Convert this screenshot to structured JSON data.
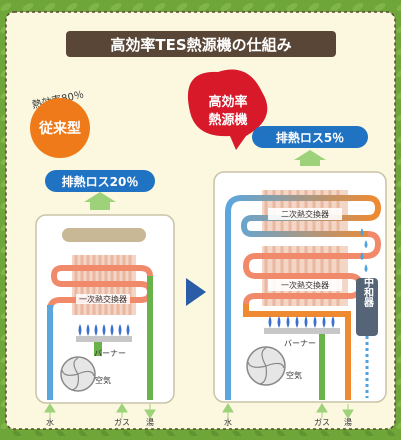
{
  "title": "高効率TES熱源機の仕組み",
  "conventional": {
    "efficiency_label": "熱効率80％",
    "badge_label": "従来型",
    "loss_label": "排熱ロス20％",
    "primary_exchanger": "一次熱交換器",
    "burner": "バーナー",
    "air": "空気",
    "water": "水",
    "gas": "ガス",
    "hot_water": "湯"
  },
  "high_efficiency": {
    "badge_label": "高効率熱源機",
    "badge_line1": "高効率",
    "badge_line2": "熱源機",
    "loss_label": "排熱ロス5％",
    "secondary_exchanger": "二次熱交換器",
    "primary_exchanger": "一次熱交換器",
    "neutralizer": "中和器",
    "burner": "バーナー",
    "air": "空気",
    "water": "水",
    "gas": "ガス",
    "hot_water": "湯"
  },
  "colors": {
    "background": "#6fa63a",
    "panel": "#fbf8df",
    "title_bar": "#5a4636",
    "conventional_badge": "#ef7a1a",
    "high_efficiency_badge": "#d7192a",
    "loss_label_bg": "#1f73c2",
    "exhaust_arrow": "#9dd27a",
    "pipe_blue": "#5ba7dd",
    "pipe_orange": "#f08a30",
    "pipe_salmon": "#f08a6b",
    "gas_green": "#6ab34a",
    "arrow_blue": "#2a5ca8"
  }
}
